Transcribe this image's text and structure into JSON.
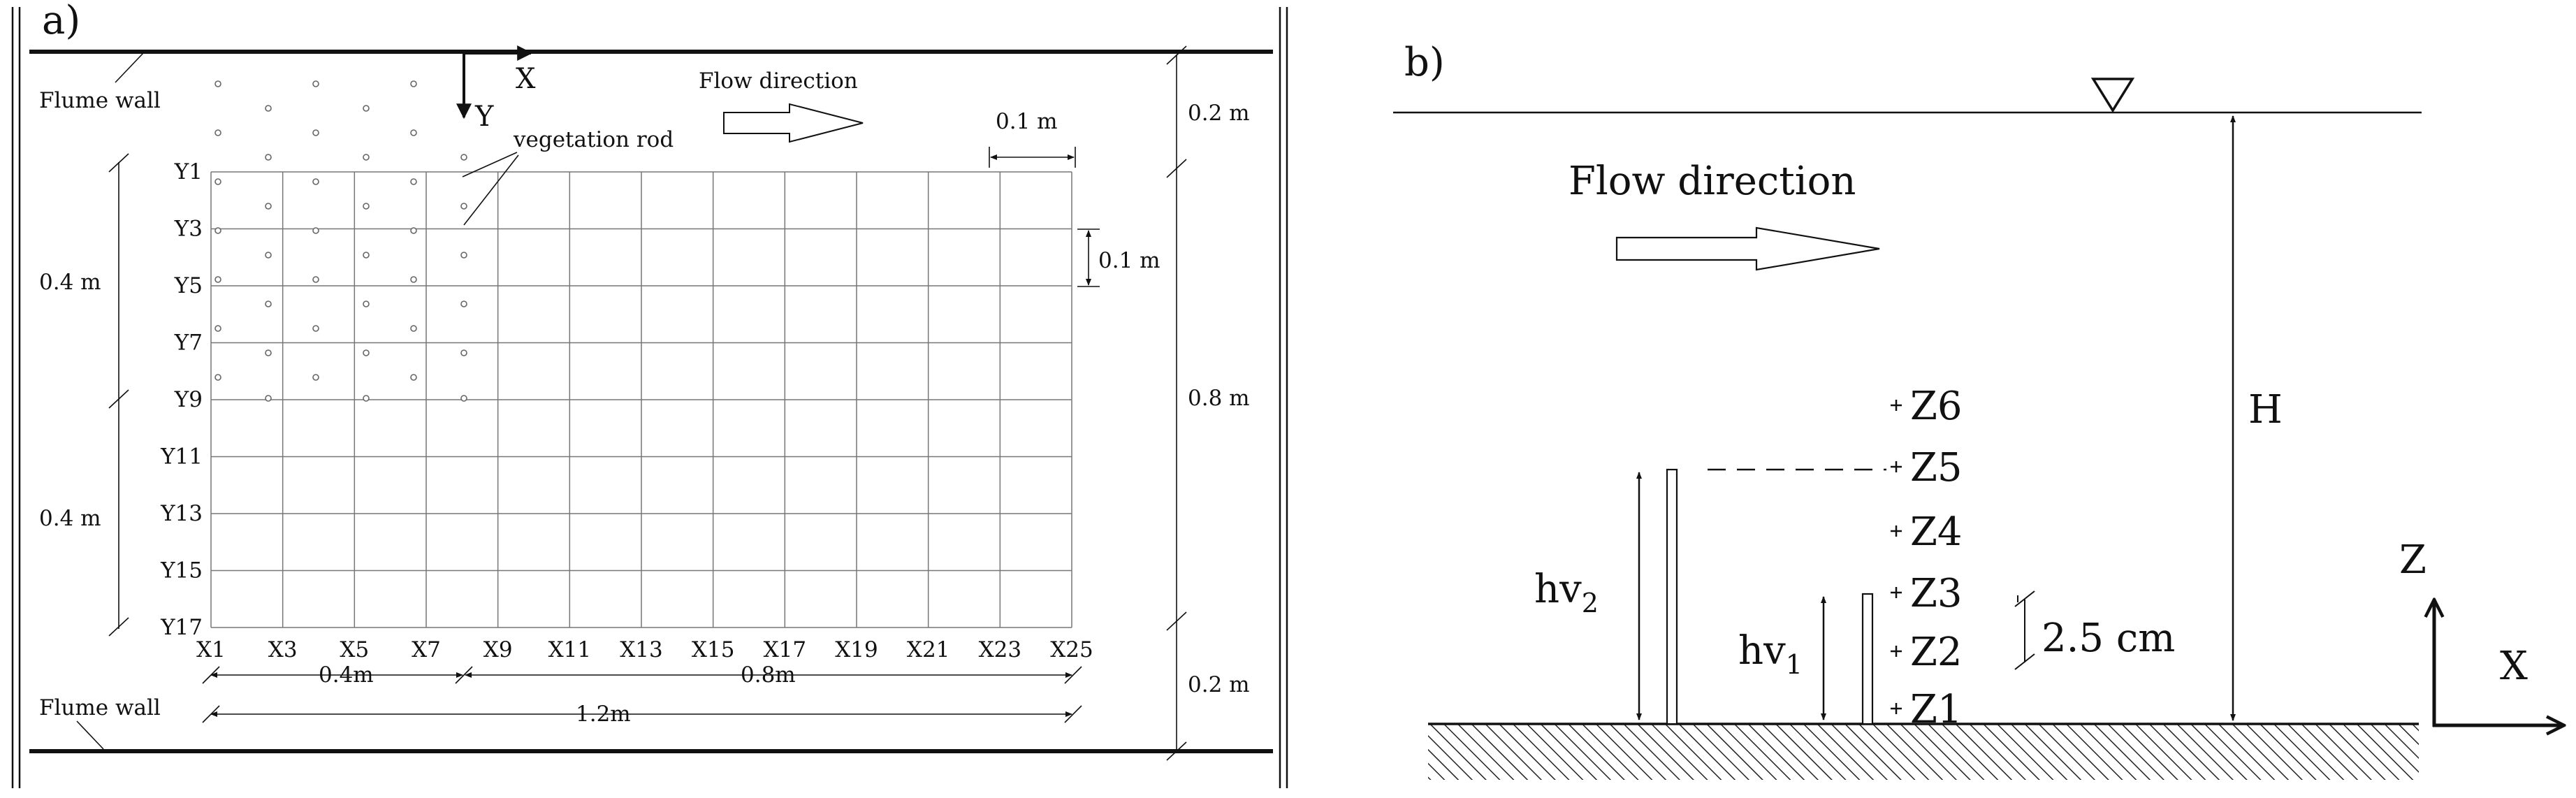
{
  "panel_a": {
    "label": "a)",
    "flume_wall_top": "Flume wall",
    "flume_wall_bottom": "Flume wall",
    "axis_x": "X",
    "axis_y": "Y",
    "flow_direction": "Flow direction",
    "vegetation_rod": "vegetation rod",
    "dim_top_scale": "0.1 m",
    "dim_grid_step": "0.1 m",
    "dim_top_margin": "0.2 m",
    "dim_mid": "0.8 m",
    "dim_bottom_margin": "0.2 m",
    "dim_left_upper": "0.4 m",
    "dim_left_lower": "0.4 m",
    "dim_bottom_veg": "0.4m",
    "dim_bottom_rest": "0.8m",
    "dim_bottom_total": "1.2m",
    "x_labels": [
      "X1",
      "X3",
      "X5",
      "X7",
      "X9",
      "X11",
      "X13",
      "X15",
      "X17",
      "X19",
      "X21",
      "X23",
      "X25"
    ],
    "y_labels": [
      "Y1",
      "Y3",
      "Y5",
      "Y7",
      "Y9",
      "Y11",
      "Y13",
      "Y15",
      "Y17"
    ]
  },
  "panel_b": {
    "label": "b)",
    "flow_direction": "Flow direction",
    "depth": "H",
    "hv2_base": "hv",
    "hv2_sub": "2",
    "hv1_base": "hv",
    "hv1_sub": "1",
    "spacing": "2.5 cm",
    "axis_z": "Z",
    "axis_x": "X",
    "z_points": [
      "Z6",
      "Z5",
      "Z4",
      "Z3",
      "Z2",
      "Z1"
    ]
  }
}
